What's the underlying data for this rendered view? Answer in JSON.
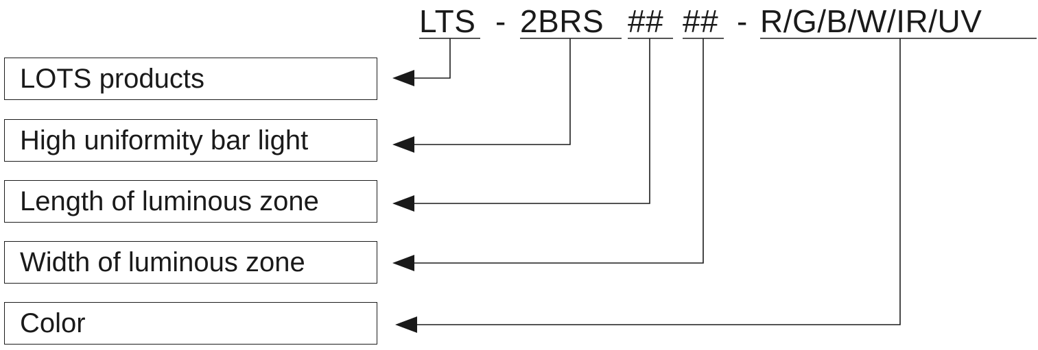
{
  "code": {
    "prefix": "LTS",
    "sep1": "-",
    "series": "2BRS",
    "length": "##",
    "width": "##",
    "sep2": "-",
    "color": "R/G/B/W/IR/UV"
  },
  "labels": [
    "LOTS products",
    "High uniformity bar light",
    "Length of luminous zone",
    "Width of luminous zone",
    "Color"
  ]
}
